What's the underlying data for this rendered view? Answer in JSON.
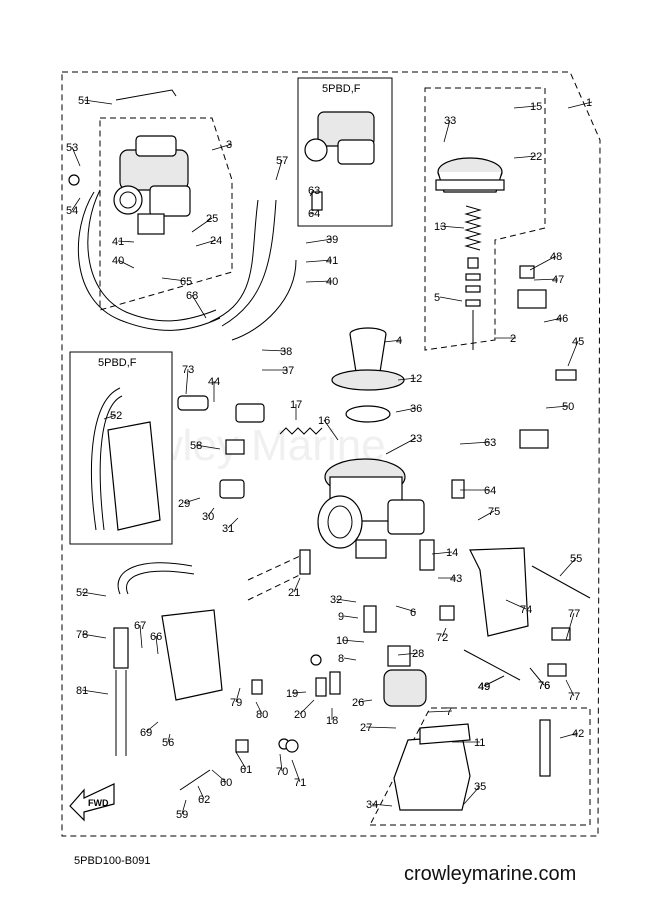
{
  "watermark": "Crowley Marine",
  "brand_footer": "crowleymarine.com",
  "diagram_code": "5PBD100-B091",
  "fwd_label": "FWD",
  "variant_labels": [
    "5PBD,F",
    "5PBD,F"
  ],
  "callouts": [
    "1",
    "2",
    "3",
    "4",
    "5",
    "6",
    "7",
    "8",
    "9",
    "10",
    "11",
    "12",
    "13",
    "14",
    "15",
    "16",
    "17",
    "18",
    "19",
    "20",
    "21",
    "22",
    "23",
    "24",
    "25",
    "26",
    "27",
    "28",
    "29",
    "30",
    "31",
    "32",
    "33",
    "34",
    "35",
    "36",
    "37",
    "38",
    "39",
    "40",
    "41",
    "42",
    "43",
    "44",
    "45",
    "46",
    "47",
    "48",
    "49",
    "50",
    "51",
    "52",
    "53",
    "54",
    "55",
    "56",
    "57",
    "58",
    "59",
    "60",
    "61",
    "62",
    "63",
    "64",
    "65",
    "66",
    "67",
    "68",
    "69",
    "70",
    "71",
    "72",
    "73",
    "74",
    "75",
    "76",
    "77",
    "78",
    "79",
    "80",
    "81",
    "41",
    "40",
    "63",
    "64",
    "52",
    "49",
    "76",
    "77"
  ]
}
